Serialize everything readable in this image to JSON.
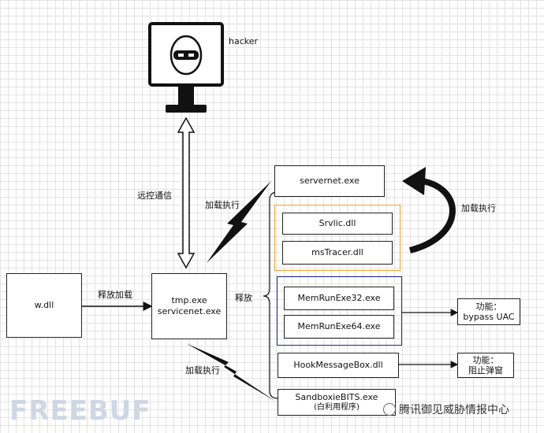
{
  "nodes": {
    "hacker": "hacker",
    "w_dll": "w.dll",
    "tmp_exe_line1": "tmp.exe",
    "tmp_exe_line2": "servicenet.exe",
    "servernet": "servernet.exe",
    "srvlic": "Srvlic.dll",
    "mstracer": "msTracer.dll",
    "memrun32": "MemRunExe32.exe",
    "memrun64": "MemRunExe64.exe",
    "hookmsg": "HookMessageBox.dll",
    "sandboxie_line1": "SandboxieBITS.exe",
    "sandboxie_line2": "(白利用程序)",
    "func1_line1": "功能：",
    "func1_line2": "bypass UAC",
    "func2_line1": "功能：",
    "func2_line2": "阻止弹窗"
  },
  "edge_labels": {
    "remote_comm": "远控通信",
    "release_load": "释放加载",
    "load_exec_top": "加载执行",
    "load_exec_right": "加载执行",
    "load_exec_bottom": "加载执行",
    "release": "释放"
  },
  "watermark": {
    "freebuf": "FREEBUF",
    "tencent": "腾讯御见威胁情报中心"
  },
  "colors": {
    "orange_group": "#f0a030",
    "navy_group": "#1a2a8c",
    "line": "#111111"
  }
}
